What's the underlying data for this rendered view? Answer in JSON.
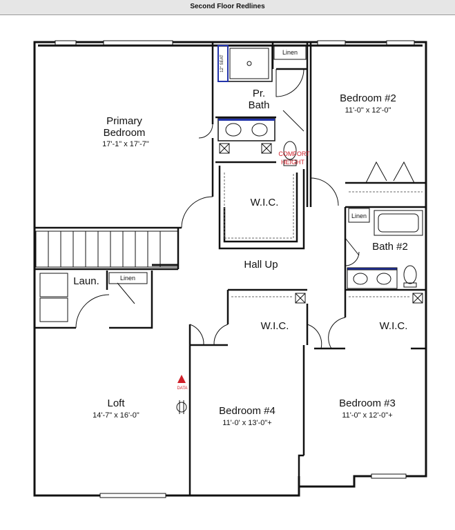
{
  "header": {
    "title": "Second Floor Redlines"
  },
  "rooms": {
    "primary": {
      "name_line1": "Primary",
      "name_line2": "Bedroom",
      "dims": "17'-1\" x 17'-7\""
    },
    "pr_bath": {
      "name_line1": "Pr.",
      "name_line2": "Bath"
    },
    "bed2": {
      "name": "Bedroom #2",
      "dims": "11'-0\" x 12'-0\""
    },
    "wic_main": {
      "name": "W.I.C."
    },
    "bath2": {
      "name": "Bath #2"
    },
    "hall": {
      "name": "Hall Up"
    },
    "laundry": {
      "name": "Laun."
    },
    "linen_top": {
      "name": "Linen"
    },
    "linen_bath2": {
      "name": "Linen"
    },
    "linen_laun": {
      "name": "Linen"
    },
    "wic4": {
      "name": "W.I.C."
    },
    "wic3": {
      "name": "W.I.C."
    },
    "loft": {
      "name": "Loft",
      "dims": "14'-7\" x 16'-0\""
    },
    "bed4": {
      "name": "Bedroom #4",
      "dims": "11'-0' x 13'-0\"+"
    },
    "bed3": {
      "name": "Bedroom #3",
      "dims": "11'-0\" x 12'-0\"+"
    }
  },
  "annotations": {
    "comfort_1": "COMFORT",
    "comfort_2": "HEIGHT",
    "seat": "12\" SEAT",
    "data": "DATA"
  },
  "colors": {
    "redline": "#d0202a",
    "seat": "#2233aa",
    "wall": "#111111"
  }
}
